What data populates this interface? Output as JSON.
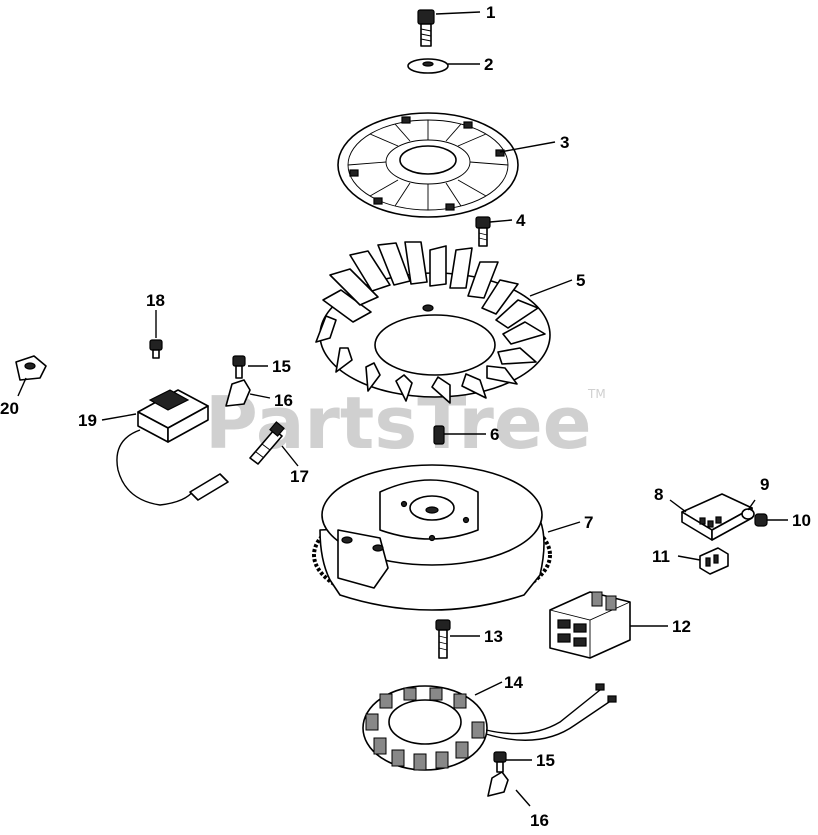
{
  "watermark": {
    "text": "PartsTree",
    "tm": "TM"
  },
  "parts": [
    {
      "id": "p1",
      "label": "1",
      "name": "screw"
    },
    {
      "id": "p2",
      "label": "2",
      "name": "washer"
    },
    {
      "id": "p3",
      "label": "3",
      "name": "grass screen"
    },
    {
      "id": "p4",
      "label": "4",
      "name": "screw"
    },
    {
      "id": "p5",
      "label": "5",
      "name": "fan"
    },
    {
      "id": "p6",
      "label": "6",
      "name": "key"
    },
    {
      "id": "p7",
      "label": "7",
      "name": "flywheel"
    },
    {
      "id": "p8",
      "label": "8",
      "name": "rectifier regulator"
    },
    {
      "id": "p9",
      "label": "9",
      "name": "washer"
    },
    {
      "id": "p10",
      "label": "10",
      "name": "screw"
    },
    {
      "id": "p11",
      "label": "11",
      "name": "terminal"
    },
    {
      "id": "p12",
      "label": "12",
      "name": "connector"
    },
    {
      "id": "p13",
      "label": "13",
      "name": "screw"
    },
    {
      "id": "p14",
      "label": "14",
      "name": "stator"
    },
    {
      "id": "p15a",
      "label": "15",
      "name": "screw"
    },
    {
      "id": "p16a",
      "label": "16",
      "name": "clip"
    },
    {
      "id": "p15b",
      "label": "15",
      "name": "screw"
    },
    {
      "id": "p16b",
      "label": "16",
      "name": "clip"
    },
    {
      "id": "p17",
      "label": "17",
      "name": "spark plug"
    },
    {
      "id": "p18",
      "label": "18",
      "name": "screw"
    },
    {
      "id": "p19",
      "label": "19",
      "name": "ignition module"
    },
    {
      "id": "p20",
      "label": "20",
      "name": "clamp"
    }
  ]
}
